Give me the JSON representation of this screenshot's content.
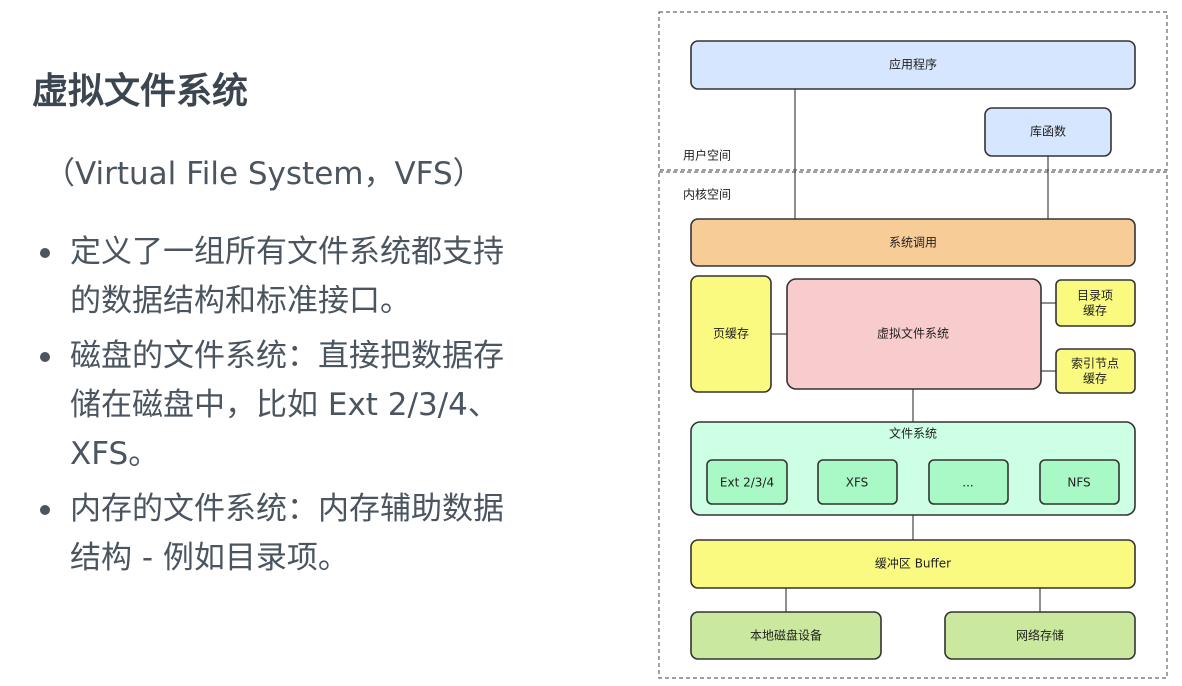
{
  "slide": {
    "title": "虚拟文件系统",
    "subtitle": "（Virtual File System，VFS）",
    "bullets": [
      "定义了一组所有文件系统都支持的数据结构和标准接口。",
      "磁盘的文件系统：直接把数据存储在磁盘中，比如 Ext 2/3/4、XFS。",
      "内存的文件系统：内存辅助数据结构 - 例如目录项。"
    ]
  },
  "diagram": {
    "regions": {
      "user_space": "用户空间",
      "kernel_space": "内核空间"
    },
    "boxes": {
      "app": "应用程序",
      "lib": "库函数",
      "syscall": "系统调用",
      "page_cache": "页缓存",
      "vfs": "虚拟文件系统",
      "dentry_cache_line1": "目录项",
      "dentry_cache_line2": "缓存",
      "inode_cache_line1": "索引节点",
      "inode_cache_line2": "缓存",
      "filesystem": "文件系统",
      "ext": "Ext 2/3/4",
      "xfs": "XFS",
      "ellipsis": "...",
      "nfs": "NFS",
      "buffer": "缓冲区 Buffer",
      "local_disk": "本地磁盘设备",
      "network_storage": "网络存储"
    },
    "colors": {
      "app": "#d6e6ff",
      "syscall": "#f8cc96",
      "yellow": "#fbfa80",
      "vfs": "#f8cccc",
      "filesystem": "#ccffe3",
      "fs_item": "#a9f9c6",
      "device": "#cbe99e"
    }
  }
}
